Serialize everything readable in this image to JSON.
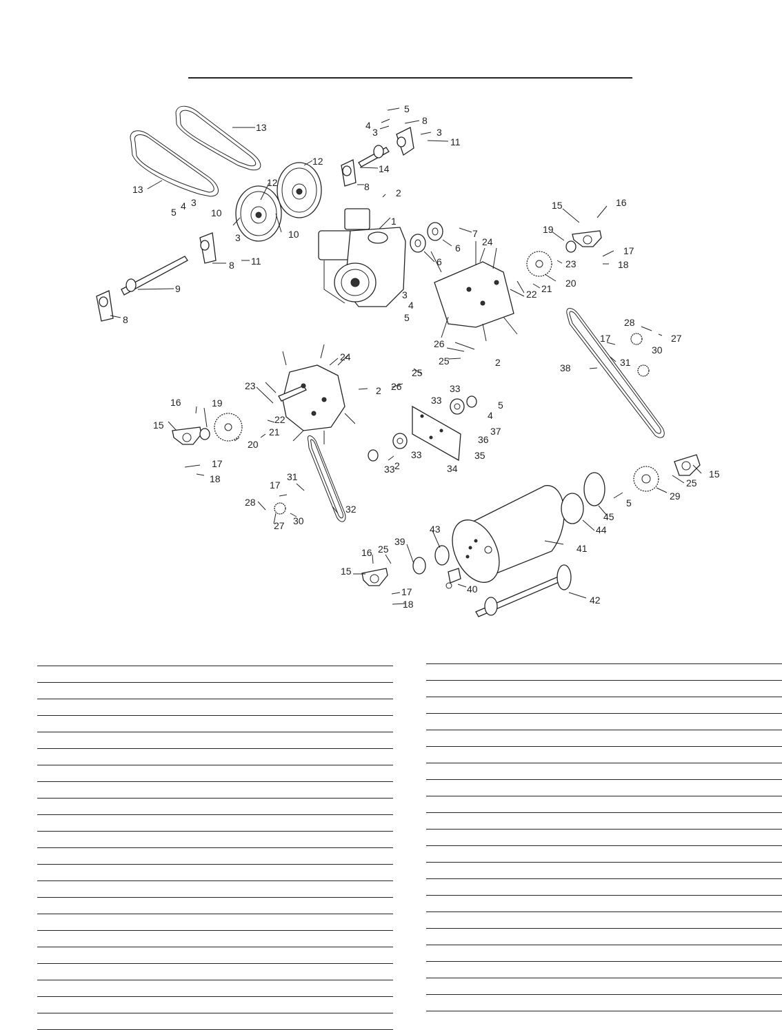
{
  "callouts": [
    {
      "id": "c1",
      "text": "1"
    },
    {
      "id": "c2a",
      "text": "2"
    },
    {
      "id": "c2b",
      "text": "2"
    },
    {
      "id": "c2c",
      "text": "2"
    },
    {
      "id": "c2d",
      "text": "2"
    },
    {
      "id": "c2e",
      "text": "2"
    },
    {
      "id": "c3a",
      "text": "3"
    },
    {
      "id": "c3b",
      "text": "3"
    },
    {
      "id": "c3c",
      "text": "3"
    },
    {
      "id": "c3d",
      "text": "3"
    },
    {
      "id": "c3e",
      "text": "3"
    },
    {
      "id": "c4a",
      "text": "4"
    },
    {
      "id": "c4b",
      "text": "4"
    },
    {
      "id": "c4c",
      "text": "4"
    },
    {
      "id": "c4d",
      "text": "4"
    },
    {
      "id": "c5a",
      "text": "5"
    },
    {
      "id": "c5b",
      "text": "5"
    },
    {
      "id": "c5c",
      "text": "5"
    },
    {
      "id": "c5d",
      "text": "5"
    },
    {
      "id": "c5e",
      "text": "5"
    },
    {
      "id": "c6a",
      "text": "6"
    },
    {
      "id": "c6b",
      "text": "6"
    },
    {
      "id": "c7",
      "text": "7"
    },
    {
      "id": "c8a",
      "text": "8"
    },
    {
      "id": "c8b",
      "text": "8"
    },
    {
      "id": "c8c",
      "text": "8"
    },
    {
      "id": "c8d",
      "text": "8"
    },
    {
      "id": "c9",
      "text": "9"
    },
    {
      "id": "c10a",
      "text": "10"
    },
    {
      "id": "c10b",
      "text": "10"
    },
    {
      "id": "c11a",
      "text": "11"
    },
    {
      "id": "c11b",
      "text": "11"
    },
    {
      "id": "c12a",
      "text": "12"
    },
    {
      "id": "c12b",
      "text": "12"
    },
    {
      "id": "c13a",
      "text": "13"
    },
    {
      "id": "c13b",
      "text": "13"
    },
    {
      "id": "c14",
      "text": "14"
    },
    {
      "id": "c15a",
      "text": "15"
    },
    {
      "id": "c15b",
      "text": "15"
    },
    {
      "id": "c15c",
      "text": "15"
    },
    {
      "id": "c15d",
      "text": "15"
    },
    {
      "id": "c16a",
      "text": "16"
    },
    {
      "id": "c16b",
      "text": "16"
    },
    {
      "id": "c16c",
      "text": "16"
    },
    {
      "id": "c17a",
      "text": "17"
    },
    {
      "id": "c17b",
      "text": "17"
    },
    {
      "id": "c17c",
      "text": "17"
    },
    {
      "id": "c17d",
      "text": "17"
    },
    {
      "id": "c17e",
      "text": "17"
    },
    {
      "id": "c18a",
      "text": "18"
    },
    {
      "id": "c18b",
      "text": "18"
    },
    {
      "id": "c18c",
      "text": "18"
    },
    {
      "id": "c19a",
      "text": "19"
    },
    {
      "id": "c19b",
      "text": "19"
    },
    {
      "id": "c20a",
      "text": "20"
    },
    {
      "id": "c20b",
      "text": "20"
    },
    {
      "id": "c21a",
      "text": "21"
    },
    {
      "id": "c21b",
      "text": "21"
    },
    {
      "id": "c22a",
      "text": "22"
    },
    {
      "id": "c22b",
      "text": "22"
    },
    {
      "id": "c23a",
      "text": "23"
    },
    {
      "id": "c23b",
      "text": "23"
    },
    {
      "id": "c24a",
      "text": "24"
    },
    {
      "id": "c24b",
      "text": "24"
    },
    {
      "id": "c25a",
      "text": "25"
    },
    {
      "id": "c25b",
      "text": "25"
    },
    {
      "id": "c25c",
      "text": "25"
    },
    {
      "id": "c25d",
      "text": "25"
    },
    {
      "id": "c26a",
      "text": "26"
    },
    {
      "id": "c26b",
      "text": "26"
    },
    {
      "id": "c27a",
      "text": "27"
    },
    {
      "id": "c27b",
      "text": "27"
    },
    {
      "id": "c28a",
      "text": "28"
    },
    {
      "id": "c28b",
      "text": "28"
    },
    {
      "id": "c29",
      "text": "29"
    },
    {
      "id": "c30a",
      "text": "30"
    },
    {
      "id": "c30b",
      "text": "30"
    },
    {
      "id": "c31a",
      "text": "31"
    },
    {
      "id": "c31b",
      "text": "31"
    },
    {
      "id": "c32",
      "text": "32"
    },
    {
      "id": "c33a",
      "text": "33"
    },
    {
      "id": "c33b",
      "text": "33"
    },
    {
      "id": "c33c",
      "text": "33"
    },
    {
      "id": "c33d",
      "text": "33"
    },
    {
      "id": "c34",
      "text": "34"
    },
    {
      "id": "c35",
      "text": "35"
    },
    {
      "id": "c36",
      "text": "36"
    },
    {
      "id": "c37",
      "text": "37"
    },
    {
      "id": "c38",
      "text": "38"
    },
    {
      "id": "c39",
      "text": "39"
    },
    {
      "id": "c40",
      "text": "40"
    },
    {
      "id": "c41",
      "text": "41"
    },
    {
      "id": "c42",
      "text": "42"
    },
    {
      "id": "c43",
      "text": "43"
    },
    {
      "id": "c44",
      "text": "44"
    },
    {
      "id": "c45",
      "text": "45"
    }
  ],
  "tables": {
    "left_rows": 22,
    "right_rows": 21
  }
}
